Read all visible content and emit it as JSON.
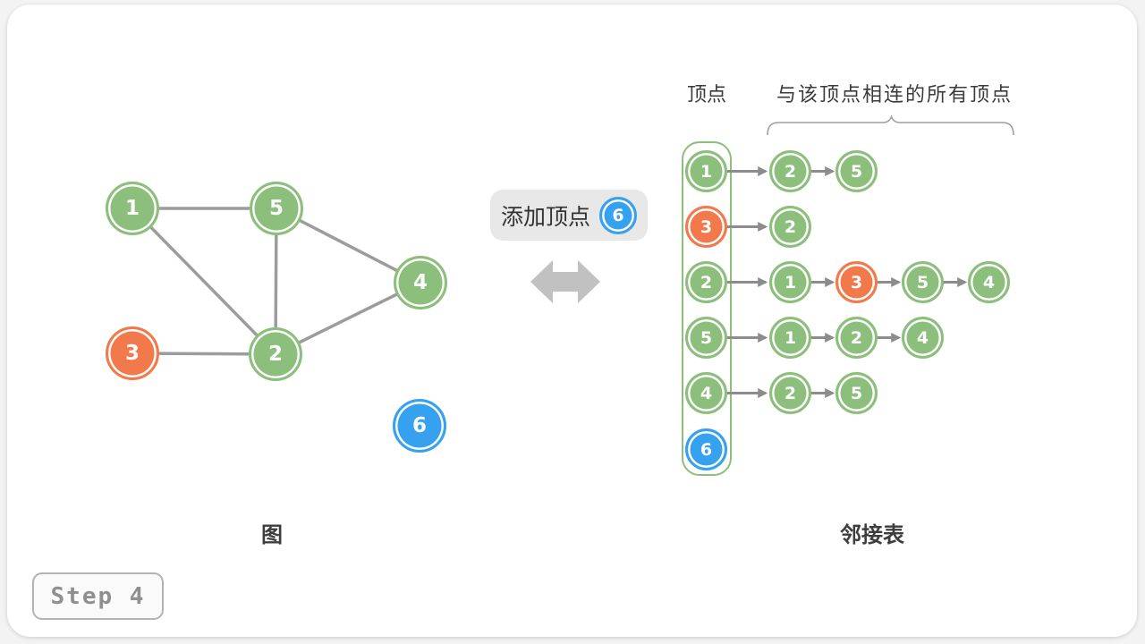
{
  "step_badge": {
    "label": "Step 4"
  },
  "transition": {
    "label": "添加顶点",
    "node": "6"
  },
  "colors": {
    "node_green": "#8CBE7C",
    "node_orange": "#F2794B",
    "node_blue": "#36A1EE",
    "edge_gray": "#9c9c9c",
    "arrow_gray": "#8c8c8c",
    "pill_bg": "#e8e8e8",
    "swap_arrow_gray": "#c1c1c1"
  },
  "graph": {
    "caption": "图",
    "nodes": [
      {
        "label": "1",
        "color": "green"
      },
      {
        "label": "5",
        "color": "green"
      },
      {
        "label": "4",
        "color": "green"
      },
      {
        "label": "3",
        "color": "orange"
      },
      {
        "label": "2",
        "color": "green"
      },
      {
        "label": "6",
        "color": "blue"
      }
    ],
    "edges": [
      [
        "1",
        "5"
      ],
      [
        "1",
        "2"
      ],
      [
        "5",
        "2"
      ],
      [
        "5",
        "4"
      ],
      [
        "2",
        "4"
      ],
      [
        "3",
        "2"
      ]
    ]
  },
  "adjacency": {
    "caption": "邻接表",
    "vertex_header": "顶点",
    "neighbors_header": "与该顶点相连的所有顶点",
    "rows": [
      {
        "vertex": "1",
        "vertex_color": "green",
        "neighbors": [
          {
            "label": "2",
            "color": "green"
          },
          {
            "label": "5",
            "color": "green"
          }
        ]
      },
      {
        "vertex": "3",
        "vertex_color": "orange",
        "neighbors": [
          {
            "label": "2",
            "color": "green"
          }
        ]
      },
      {
        "vertex": "2",
        "vertex_color": "green",
        "neighbors": [
          {
            "label": "1",
            "color": "green"
          },
          {
            "label": "3",
            "color": "orange"
          },
          {
            "label": "5",
            "color": "green"
          },
          {
            "label": "4",
            "color": "green"
          }
        ]
      },
      {
        "vertex": "5",
        "vertex_color": "green",
        "neighbors": [
          {
            "label": "1",
            "color": "green"
          },
          {
            "label": "2",
            "color": "green"
          },
          {
            "label": "4",
            "color": "green"
          }
        ]
      },
      {
        "vertex": "4",
        "vertex_color": "green",
        "neighbors": [
          {
            "label": "2",
            "color": "green"
          },
          {
            "label": "5",
            "color": "green"
          }
        ]
      },
      {
        "vertex": "6",
        "vertex_color": "blue",
        "neighbors": []
      }
    ]
  }
}
